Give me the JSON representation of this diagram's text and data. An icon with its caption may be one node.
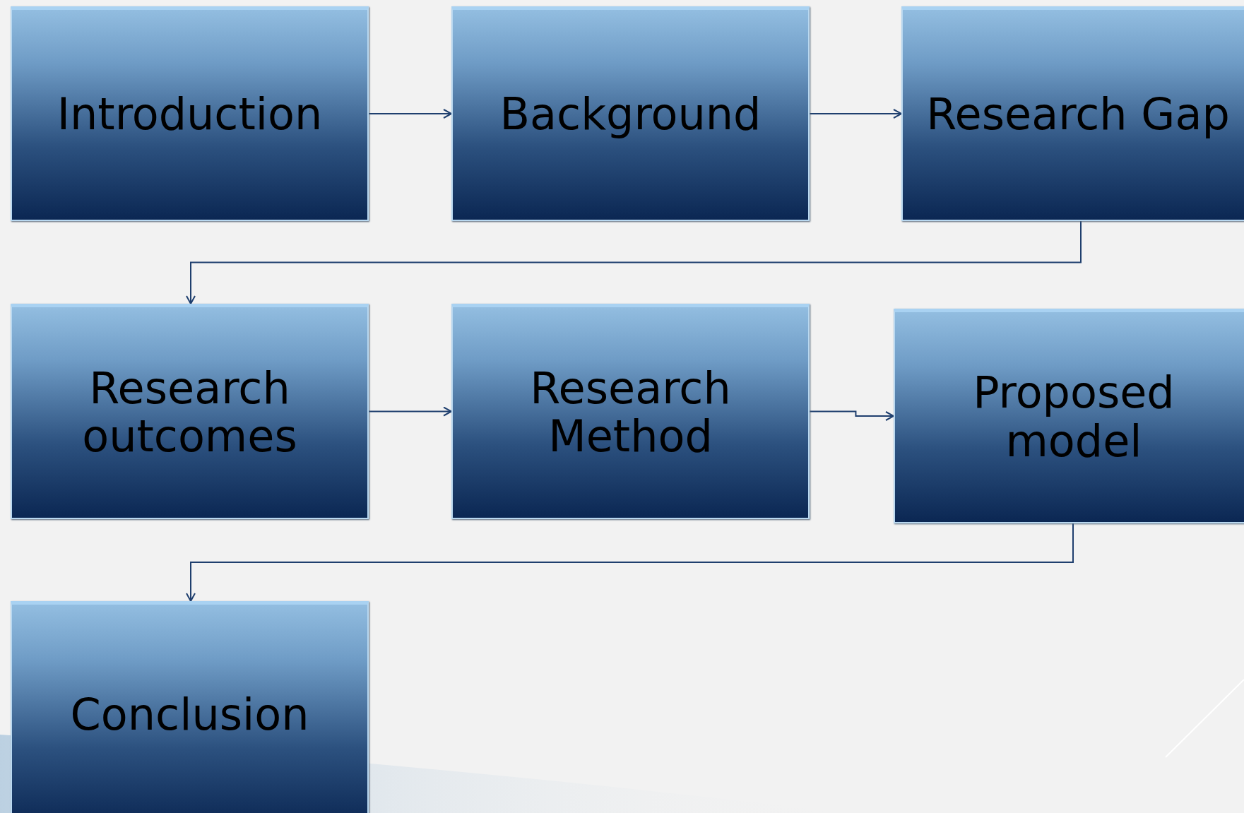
{
  "diagram": {
    "nodes": [
      {
        "text": [
          "Introduction"
        ]
      },
      {
        "text": [
          "Background"
        ]
      },
      {
        "text": [
          "Research Gap"
        ]
      },
      {
        "text": [
          "Research outcomes"
        ]
      },
      {
        "text": [
          "Research Method"
        ]
      },
      {
        "text": [
          "Proposed model"
        ]
      },
      {
        "text": [
          "Conclusion"
        ]
      }
    ],
    "edges": [
      {
        "from": 0,
        "to": 1,
        "arrow": "to"
      },
      {
        "from": 1,
        "to": 2,
        "arrow": "to"
      },
      {
        "from": 2,
        "to": 3,
        "arrow": "to"
      },
      {
        "from": 3,
        "to": 4,
        "arrow": "to"
      },
      {
        "from": 4,
        "to": 5,
        "arrow": "to"
      },
      {
        "from": 5,
        "to": 6,
        "arrow": "to"
      }
    ]
  }
}
